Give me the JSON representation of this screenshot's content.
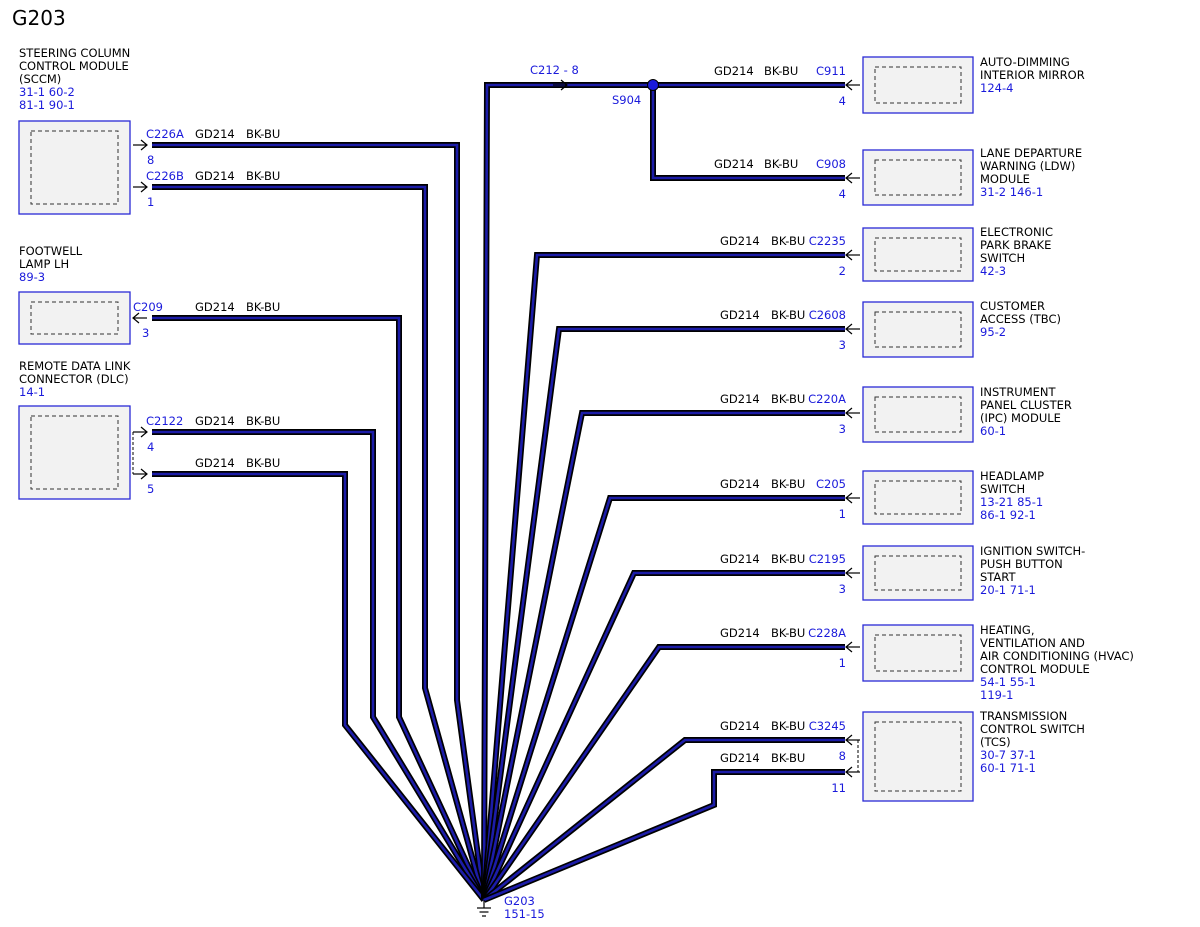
{
  "page_title": "G203",
  "ground": {
    "label": "G203",
    "ref": "151-15"
  },
  "splice": {
    "label": "S904",
    "feed_connector": "C212 - 8"
  },
  "left_modules": [
    {
      "name_lines": [
        "STEERING COLUMN",
        "CONTROL MODULE",
        "(SCCM)"
      ],
      "ref_lines": [
        "31-1    60-2",
        "81-1    90-1"
      ],
      "connections": [
        {
          "connector": "C226A",
          "pin": "8",
          "circuit": "GD214",
          "color": "BK-BU"
        },
        {
          "connector": "C226B",
          "pin": "1",
          "circuit": "GD214",
          "color": "BK-BU"
        }
      ]
    },
    {
      "name_lines": [
        "FOOTWELL",
        "LAMP LH"
      ],
      "ref_lines": [
        "89-3"
      ],
      "connections": [
        {
          "connector": "C209",
          "pin": "3",
          "circuit": "GD214",
          "color": "BK-BU"
        }
      ]
    },
    {
      "name_lines": [
        "REMOTE DATA LINK",
        "CONNECTOR (DLC)"
      ],
      "ref_lines": [
        "14-1"
      ],
      "connections": [
        {
          "connector": "C2122",
          "pin": "4",
          "circuit": "GD214",
          "color": "BK-BU"
        },
        {
          "connector": "",
          "pin": "5",
          "circuit": "GD214",
          "color": "BK-BU"
        }
      ]
    }
  ],
  "right_modules": [
    {
      "name_lines": [
        "AUTO-DIMMING",
        "INTERIOR MIRROR"
      ],
      "ref_lines": [
        "124-4"
      ],
      "connections": [
        {
          "connector": "C911",
          "pin": "4",
          "circuit": "GD214",
          "color": "BK-BU"
        }
      ]
    },
    {
      "name_lines": [
        "LANE DEPARTURE",
        "WARNING (LDW)",
        "MODULE"
      ],
      "ref_lines": [
        "31-2    146-1"
      ],
      "connections": [
        {
          "connector": "C908",
          "pin": "4",
          "circuit": "GD214",
          "color": "BK-BU"
        }
      ]
    },
    {
      "name_lines": [
        "ELECTRONIC",
        "PARK BRAKE",
        "SWITCH"
      ],
      "ref_lines": [
        "42-3"
      ],
      "connections": [
        {
          "connector": "C2235",
          "pin": "2",
          "circuit": "GD214",
          "color": "BK-BU"
        }
      ]
    },
    {
      "name_lines": [
        "CUSTOMER",
        "ACCESS (TBC)"
      ],
      "ref_lines": [
        "95-2"
      ],
      "connections": [
        {
          "connector": "C2608",
          "pin": "3",
          "circuit": "GD214",
          "color": "BK-BU"
        }
      ]
    },
    {
      "name_lines": [
        "INSTRUMENT",
        "PANEL CLUSTER",
        "(IPC) MODULE"
      ],
      "ref_lines": [
        "60-1"
      ],
      "connections": [
        {
          "connector": "C220A",
          "pin": "3",
          "circuit": "GD214",
          "color": "BK-BU"
        }
      ]
    },
    {
      "name_lines": [
        "HEADLAMP",
        "SWITCH"
      ],
      "ref_lines": [
        "13-21    85-1",
        "86-1    92-1"
      ],
      "connections": [
        {
          "connector": "C205",
          "pin": "1",
          "circuit": "GD214",
          "color": "BK-BU"
        }
      ]
    },
    {
      "name_lines": [
        "IGNITION SWITCH-",
        "PUSH BUTTON",
        "START"
      ],
      "ref_lines": [
        "20-1    71-1"
      ],
      "connections": [
        {
          "connector": "C2195",
          "pin": "3",
          "circuit": "GD214",
          "color": "BK-BU"
        }
      ]
    },
    {
      "name_lines": [
        "HEATING,",
        "VENTILATION AND",
        "AIR CONDITIONING (HVAC)",
        "CONTROL MODULE"
      ],
      "ref_lines": [
        "54-1    55-1",
        "119-1"
      ],
      "connections": [
        {
          "connector": "C228A",
          "pin": "1",
          "circuit": "GD214",
          "color": "BK-BU"
        }
      ]
    },
    {
      "name_lines": [
        "TRANSMISSION",
        "CONTROL SWITCH",
        "(TCS)"
      ],
      "ref_lines": [
        "30-7    37-1",
        "60-1    71-1"
      ],
      "connections": [
        {
          "connector": "C3245",
          "pin": "8",
          "circuit": "GD214",
          "color": "BK-BU"
        },
        {
          "connector": "",
          "pin": "11",
          "circuit": "GD214",
          "color": "BK-BU"
        }
      ]
    }
  ],
  "colors": {
    "wire_core": "#1c1ca8",
    "wire_outline": "#000000",
    "reference_text": "#1a1adb",
    "box_border": "#2a2ad6",
    "box_fill": "#f2f2f2"
  },
  "icons": [
    "ground-icon",
    "splice-dot-icon",
    "connector-arrow-icon"
  ]
}
